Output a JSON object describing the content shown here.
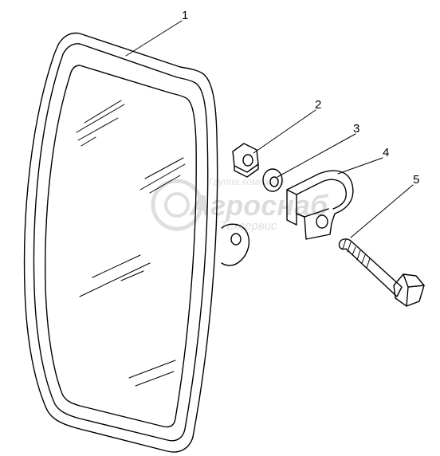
{
  "callouts": [
    "1",
    "2",
    "3",
    "4",
    "5"
  ],
  "watermark": {
    "line1": "Группа компаний",
    "line2": "Агроснаб",
    "line3": "Техсервис"
  }
}
